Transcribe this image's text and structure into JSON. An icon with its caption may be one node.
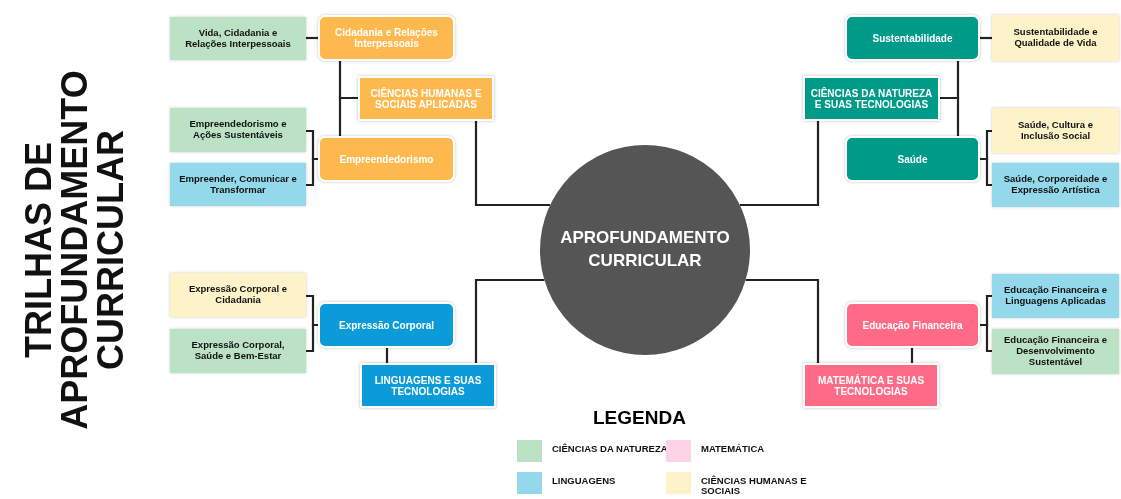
{
  "diagram": {
    "title": "TRILHAS DE APROFUNDAMENTO CURRICULAR",
    "nodes": [
      {
        "text": [
          "APROFUNDAMENTO CURRICULAR"
        ]
      },
      {
        "text": [
          "CIÊNCIAS HUMANAS E SOCIAIS APLICADAS"
        ]
      },
      {
        "text": [
          "Cidadania e Relações Interpessoais"
        ]
      },
      {
        "text": [
          "Vida, Cidadania e Relações Interpessoais"
        ]
      },
      {
        "text": [
          "Empreendedorismo"
        ]
      },
      {
        "text": [
          "Empreendedorismo e Ações Sustentáveis"
        ]
      },
      {
        "text": [
          "Empreender, Comunicar e Transformar"
        ]
      },
      {
        "text": [
          "CIÊNCIAS DA NATUREZA E SUAS TECNOLOGIAS"
        ]
      },
      {
        "text": [
          "Sustentabilidade"
        ]
      },
      {
        "text": [
          "Sustentabilidade e Qualidade de Vida"
        ]
      },
      {
        "text": [
          "Saúde"
        ]
      },
      {
        "text": [
          "Saúde, Cultura e Inclusão Social"
        ]
      },
      {
        "text": [
          "Saúde, Corporeidade e Expressão Artística"
        ]
      },
      {
        "text": [
          "LINGUAGENS E SUAS TECNOLOGIAS"
        ]
      },
      {
        "text": [
          "Expressão Corporal"
        ]
      },
      {
        "text": [
          "Expressão Corporal e Cidadania"
        ]
      },
      {
        "text": [
          "Expressão Corporal, Saúde e Bem-Estar"
        ]
      },
      {
        "text": [
          "MATEMÁTICA E SUAS TECNOLOGIAS"
        ]
      },
      {
        "text": [
          "Educação Financeira"
        ]
      },
      {
        "text": [
          "Educação Financeira e Linguagens Aplicadas"
        ]
      },
      {
        "text": [
          "Educação Financeira e Desenvolvimento Sustentável"
        ]
      }
    ],
    "edges": [
      {
        "from": 0,
        "to": 1,
        "arrow": "none"
      },
      {
        "from": 1,
        "to": 2,
        "arrow": "none"
      },
      {
        "from": 1,
        "to": 4,
        "arrow": "none"
      },
      {
        "from": 2,
        "to": 3,
        "arrow": "none"
      },
      {
        "from": 4,
        "to": 5,
        "arrow": "none"
      },
      {
        "from": 4,
        "to": 6,
        "arrow": "none"
      },
      {
        "from": 0,
        "to": 7,
        "arrow": "none"
      },
      {
        "from": 7,
        "to": 8,
        "arrow": "none"
      },
      {
        "from": 7,
        "to": 10,
        "arrow": "none"
      },
      {
        "from": 8,
        "to": 9,
        "arrow": "none"
      },
      {
        "from": 10,
        "to": 11,
        "arrow": "none"
      },
      {
        "from": 10,
        "to": 12,
        "arrow": "none"
      },
      {
        "from": 0,
        "to": 13,
        "arrow": "none"
      },
      {
        "from": 13,
        "to": 14,
        "arrow": "none"
      },
      {
        "from": 14,
        "to": 15,
        "arrow": "none"
      },
      {
        "from": 14,
        "to": 16,
        "arrow": "none"
      },
      {
        "from": 0,
        "to": 17,
        "arrow": "none"
      },
      {
        "from": 17,
        "to": 18,
        "arrow": "none"
      },
      {
        "from": 18,
        "to": 19,
        "arrow": "none"
      },
      {
        "from": 18,
        "to": 20,
        "arrow": "none"
      }
    ],
    "labels": [
      "LEGENDA"
    ],
    "legend": [
      {
        "text": "CIÊNCIAS DA NATUREZA",
        "color": "#bce2c5"
      },
      {
        "text": "MATEMÁTICA",
        "color": "#fdd4e6"
      },
      {
        "text": "LINGUAGENS",
        "color": "#93d9eb"
      },
      {
        "text": "CIÊNCIAS HUMANAS E SOCIAIS",
        "color": "#fdf2c8"
      }
    ]
  }
}
